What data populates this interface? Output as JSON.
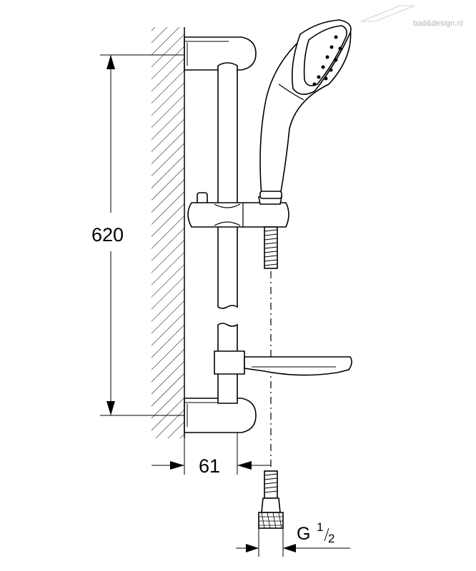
{
  "drawing": {
    "height_dimension": "620",
    "projection_dimension": "61",
    "thread_label": "G",
    "thread_numerator": "1",
    "thread_denominator": "2",
    "watermark_text": "bad&design.nl"
  }
}
